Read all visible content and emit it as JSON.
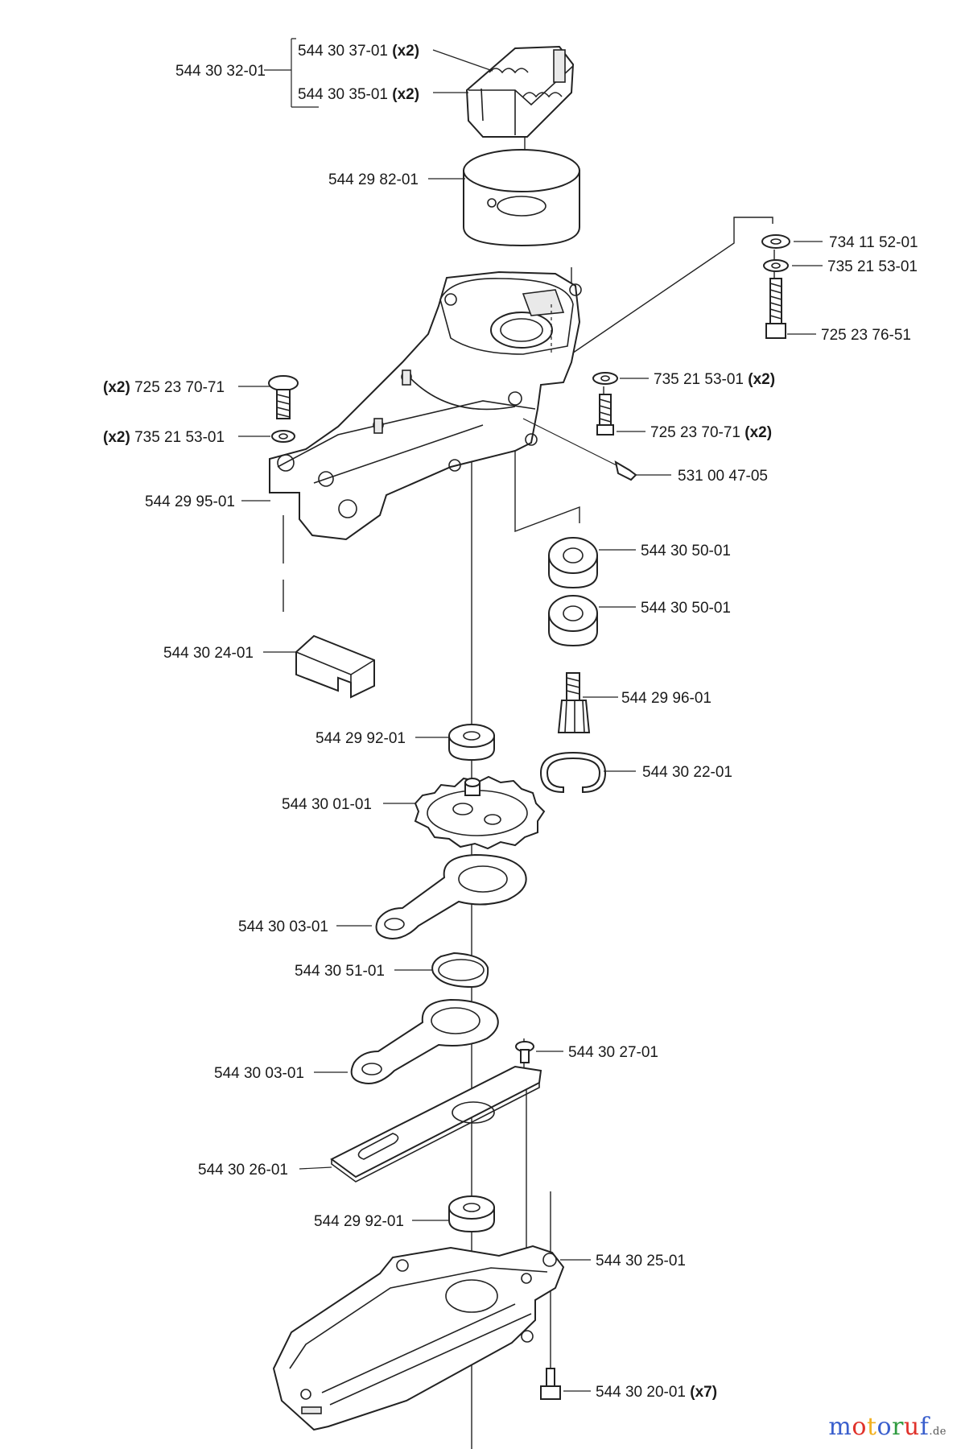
{
  "labels": {
    "p544303201": "544 30 32-01",
    "p544303701": "544 30 37-01",
    "p544303501": "544 30 35-01",
    "p544298201": "544 29 82-01",
    "p734115201": "734 11 52-01",
    "p735215301a": "735 21 53-01",
    "p725237651": "725 23 76-51",
    "p725237071a": "725 23 70-71",
    "p735215301b": "735 21 53-01",
    "p735215301c": "735 21 53-01",
    "p725237071b": "725 23 70-71",
    "p531004705": "531 00 47-05",
    "p544299501": "544 29 95-01",
    "p544305001a": "544 30 50-01",
    "p544305001b": "544 30 50-01",
    "p544302401": "544 30 24-01",
    "p544299601": "544 29 96-01",
    "p544299201a": "544 29 92-01",
    "p544302201": "544 30 22-01",
    "p544300101": "544 30 01-01",
    "p544300301a": "544 30 03-01",
    "p544305101": "544 30 51-01",
    "p544302701": "544 30 27-01",
    "p544300301b": "544 30 03-01",
    "p544302601": "544 30 26-01",
    "p544299201b": "544 29 92-01",
    "p544302501": "544 30 25-01",
    "p544302001": "544 30 20-01"
  },
  "quantities": {
    "x2": "(x2)",
    "x7": "(x7)"
  },
  "watermark": {
    "m1": "m",
    "o1": "o",
    "t": "t",
    "o2": "o",
    "r": "r",
    "u": "u",
    "f": "f",
    "suffix": ".de",
    "colors": [
      "#3a5fcd",
      "#e0322b",
      "#f2b01e",
      "#3a5fcd",
      "#2e9b3f",
      "#e0322b",
      "#3a5fcd"
    ]
  }
}
